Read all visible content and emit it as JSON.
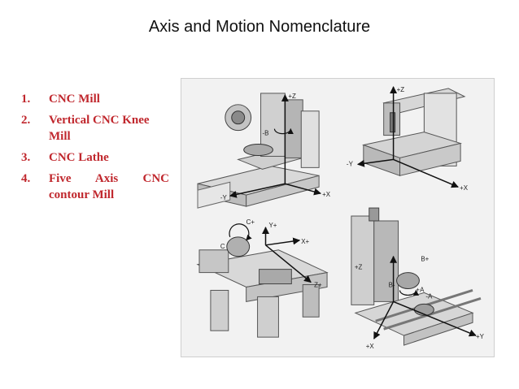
{
  "slide": {
    "title": "Axis and Motion Nomenclature"
  },
  "list": {
    "items": [
      {
        "num": "1.",
        "line1": "CNC Mill",
        "line2": ""
      },
      {
        "num": "2.",
        "line1": "Vertical CNC Knee",
        "line2": "Mill"
      },
      {
        "num": "3.",
        "line1": "CNC Lathe",
        "line2": ""
      },
      {
        "num": "4.",
        "line1": "Five Axis CNC",
        "line2": "contour Mill"
      }
    ]
  },
  "figure": {
    "labels": {
      "mill1_z": "+Z",
      "mill1_b": "-B",
      "mill1_y": "-Y",
      "mill1_x": "+X",
      "knee_z": "+Z",
      "knee_y": "-Y",
      "knee_x": "+X",
      "lathe_c": "C+",
      "lathe_c2": "C",
      "lathe_y": "Y+",
      "lathe_x": "X+",
      "lathe_z": "Z+",
      "five_z": "+Z",
      "five_b": "B+",
      "five_a": "+A",
      "five_bm": "B-",
      "five_am": "-A",
      "five_y": "+Y",
      "five_x": "+X"
    }
  }
}
